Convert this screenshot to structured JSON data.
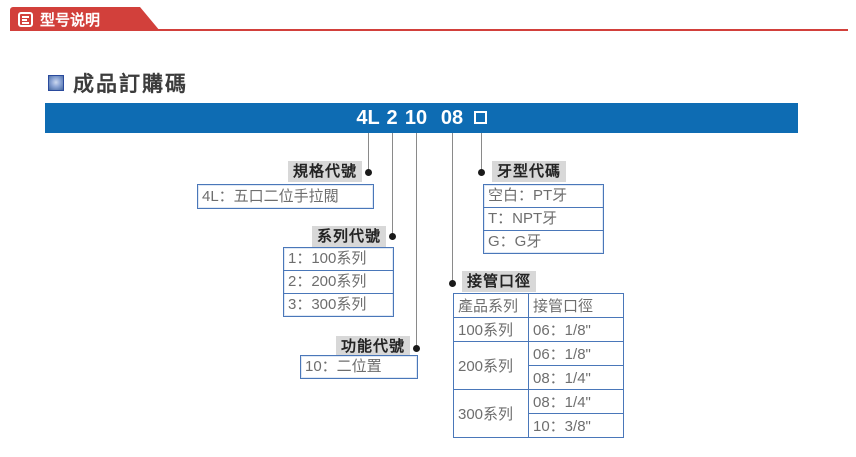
{
  "header": {
    "ribbon_title": "型号说明"
  },
  "section": {
    "title": "成品訂購碼"
  },
  "model_code": {
    "parts": [
      "4L",
      "2",
      "10",
      "08"
    ],
    "suffix_placeholder": "□"
  },
  "spec_code": {
    "label": "規格代號",
    "value": "4L：五口二位手拉閥"
  },
  "series_code": {
    "label": "系列代號",
    "items": [
      "1：100系列",
      "2：200系列",
      "3：300系列"
    ]
  },
  "function_code": {
    "label": "功能代號",
    "value": "10：二位置"
  },
  "thread_code": {
    "label": "牙型代碼",
    "items": [
      "空白：PT牙",
      "T：NPT牙",
      "G：G牙"
    ]
  },
  "port_size": {
    "label": "接管口徑",
    "table": {
      "headers": [
        "產品系列",
        "接管口徑"
      ],
      "rows": [
        {
          "series": "100系列",
          "sizes": [
            "06：1/8\""
          ]
        },
        {
          "series": "200系列",
          "sizes": [
            "06：1/8\"",
            "08：1/4\""
          ]
        },
        {
          "series": "300系列",
          "sizes": [
            "08：1/4\"",
            "10：3/8\""
          ]
        }
      ]
    }
  },
  "colors": {
    "accent_red": "#d2403b",
    "bar_blue": "#0e6cb3",
    "border_blue": "#4a77b9",
    "label_bg": "#d8d8d8"
  }
}
